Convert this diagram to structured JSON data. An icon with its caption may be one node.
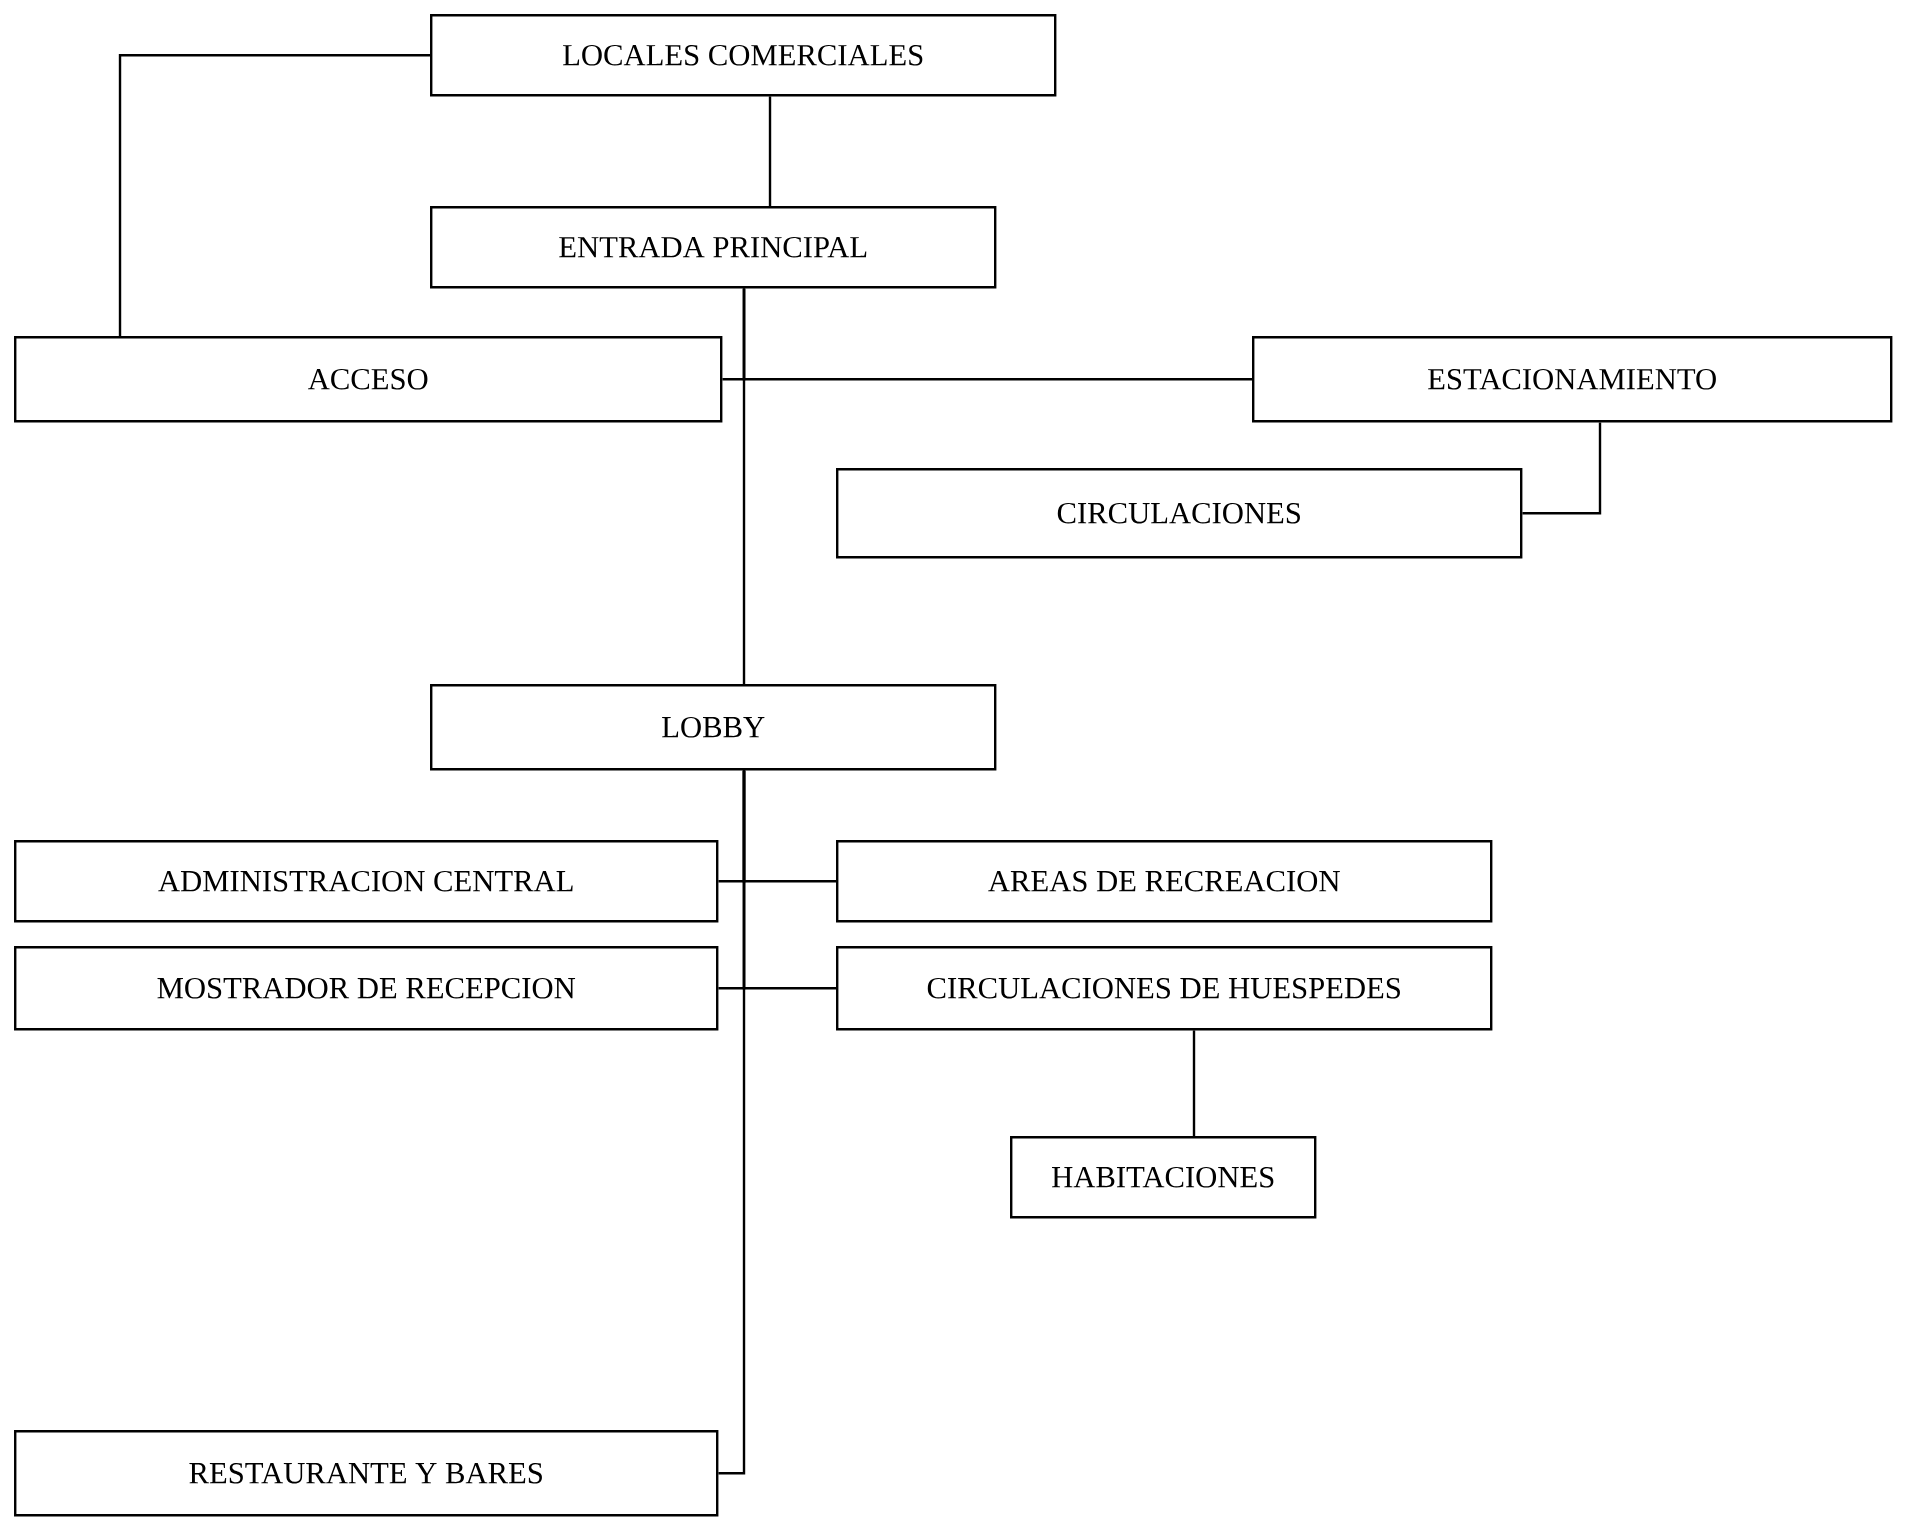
{
  "diagram": {
    "nodes": [
      {
        "text": [
          "LOCALES COMERCIALES"
        ]
      },
      {
        "text": [
          "ENTRADA PRINCIPAL"
        ]
      },
      {
        "text": [
          "ACCESO"
        ]
      },
      {
        "text": [
          "ESTACIONAMIENTO"
        ]
      },
      {
        "text": [
          "CIRCULACIONES"
        ]
      },
      {
        "text": [
          "LOBBY"
        ]
      },
      {
        "text": [
          "ADMINISTRACION CENTRAL"
        ]
      },
      {
        "text": [
          "AREAS DE RECREACION"
        ]
      },
      {
        "text": [
          "MOSTRADOR DE RECEPCION"
        ]
      },
      {
        "text": [
          "CIRCULACIONES DE HUESPEDES"
        ]
      },
      {
        "text": [
          "HABITACIONES"
        ]
      },
      {
        "text": [
          "RESTAURANTE Y BARES"
        ]
      }
    ],
    "edges": [
      {
        "from": 0,
        "to": 1,
        "arrow": "none"
      },
      {
        "from": 0,
        "to": 2,
        "arrow": "none"
      },
      {
        "from": 1,
        "to": 2,
        "arrow": "none"
      },
      {
        "from": 1,
        "to": 3,
        "arrow": "none"
      },
      {
        "from": 1,
        "to": 5,
        "arrow": "none"
      },
      {
        "from": 3,
        "to": 4,
        "arrow": "none"
      },
      {
        "from": 5,
        "to": 6,
        "arrow": "none"
      },
      {
        "from": 5,
        "to": 7,
        "arrow": "none"
      },
      {
        "from": 5,
        "to": 8,
        "arrow": "none"
      },
      {
        "from": 5,
        "to": 9,
        "arrow": "none"
      },
      {
        "from": 5,
        "to": 11,
        "arrow": "none"
      },
      {
        "from": 9,
        "to": 10,
        "arrow": "none"
      }
    ]
  }
}
